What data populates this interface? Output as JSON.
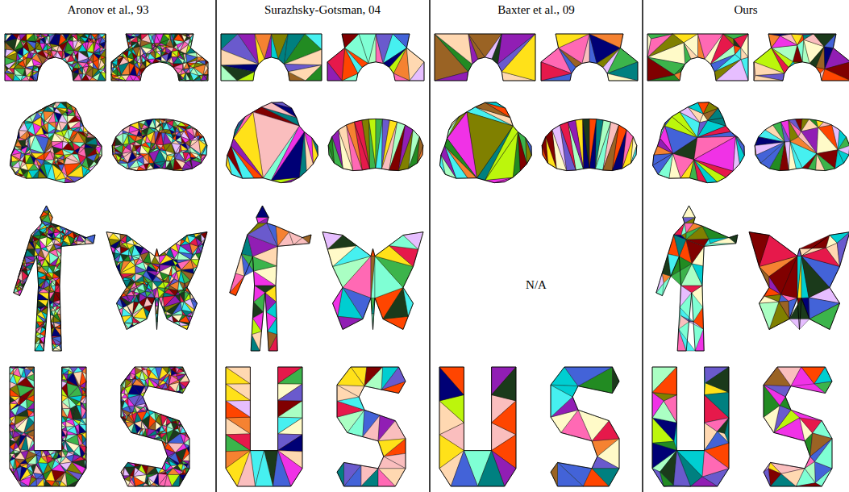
{
  "diagram": {
    "labels": [
      "Aronov et al., 93",
      "Surazhsky-Gotsman, 04",
      "Baxter et al., 09",
      "Ours",
      "N/A"
    ]
  }
}
